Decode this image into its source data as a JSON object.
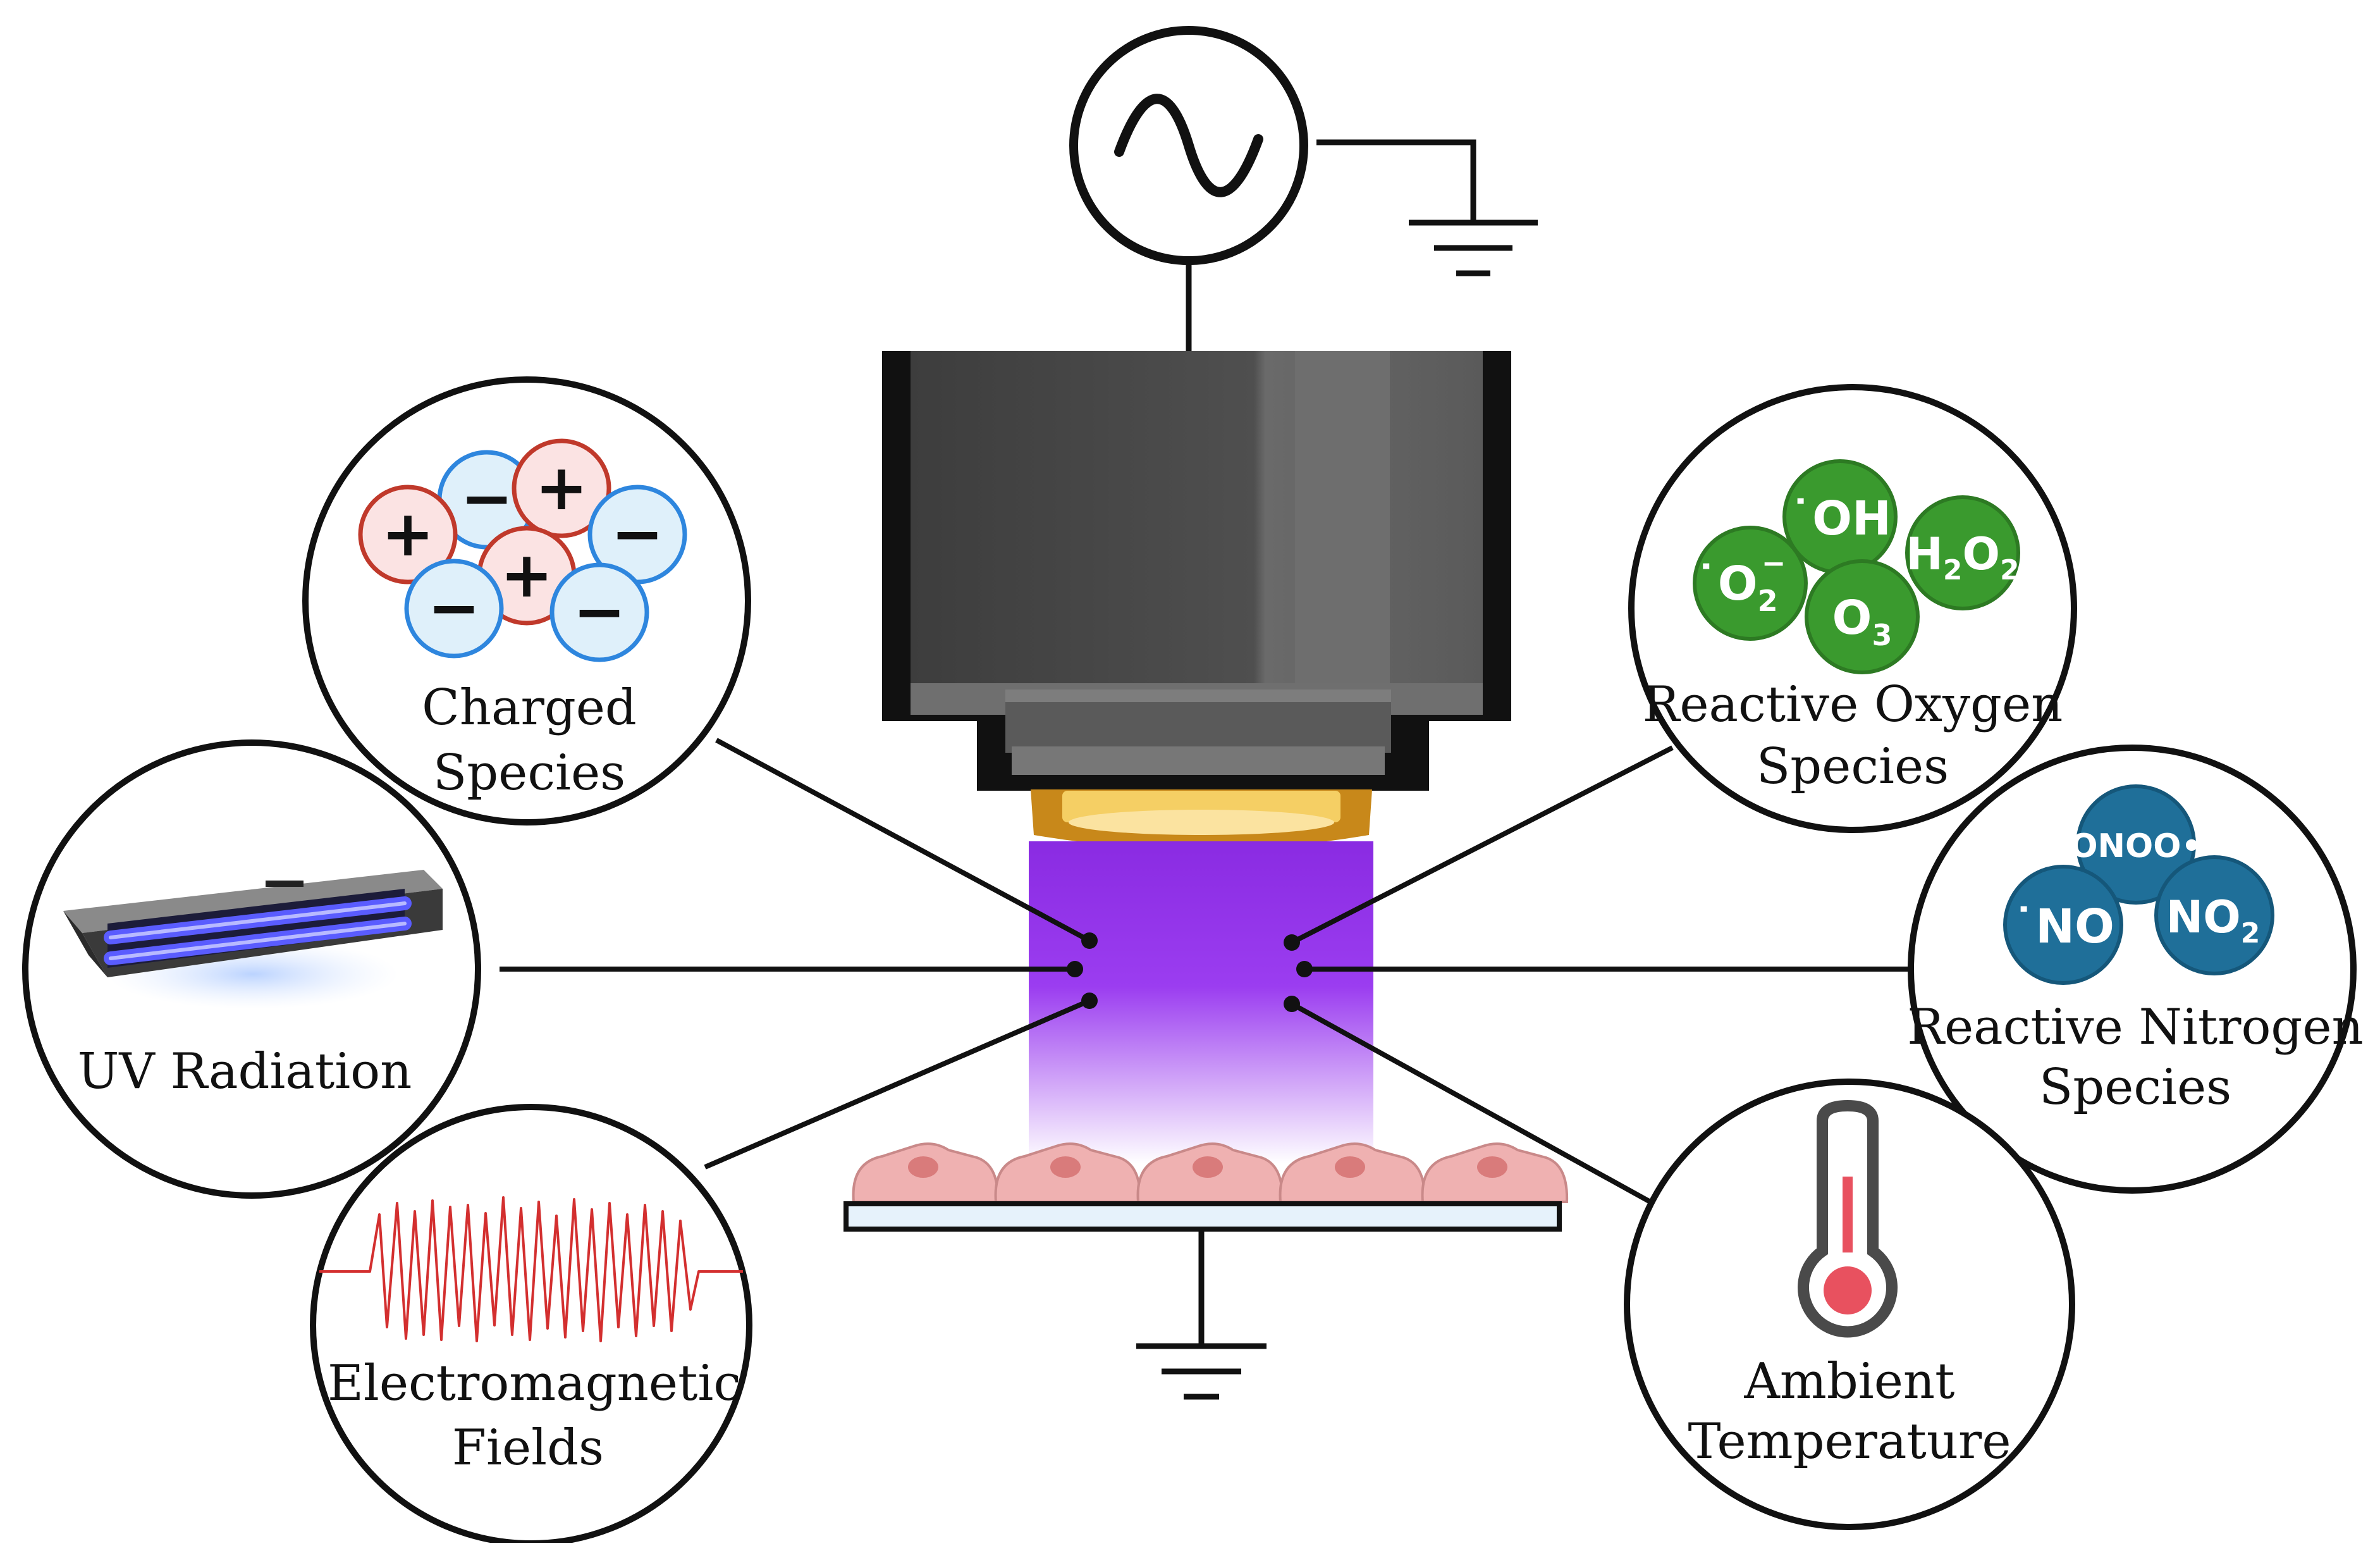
{
  "labels": {
    "charged": [
      "Charged",
      "Species"
    ],
    "uv": "UV Radiation",
    "em": [
      "Electromagnetic",
      "Fields"
    ],
    "ros": [
      "Reactive Oxygen",
      "Species"
    ],
    "rns": [
      "Reactive Nitrogen",
      "Species"
    ],
    "temp": [
      "Ambient",
      "Temperature"
    ]
  },
  "charges": {
    "plus": "+",
    "minus": "−"
  },
  "ros": {
    "oh": "˙OH",
    "superoxide_base": "˙O",
    "superoxide_sub": "2",
    "superoxide_sup": "−",
    "h2o2": [
      "H",
      "2",
      "O",
      "2"
    ],
    "o3": [
      "O",
      "3"
    ]
  },
  "rns": {
    "onoo": "ONOO•",
    "no": "˙NO",
    "no2": [
      "NO",
      "2"
    ]
  },
  "icons": {
    "source": "ac-source-icon",
    "ground": "ground-icon",
    "uv": "uv-lamp-icon",
    "em": "waveform-icon",
    "temp": "thermometer-icon",
    "cells": "cell-layer-icon"
  },
  "colors": {
    "plasma": "#8a2be2",
    "nozzle": "#4d4d4d",
    "electrode": "#c8881a",
    "ros_green": "#3a9a2e",
    "rns_blue": "#1f6f99",
    "positive": "#c0392b",
    "negative": "#2e86de",
    "cells": "#efb1b1",
    "thermo": "#e8515f"
  }
}
